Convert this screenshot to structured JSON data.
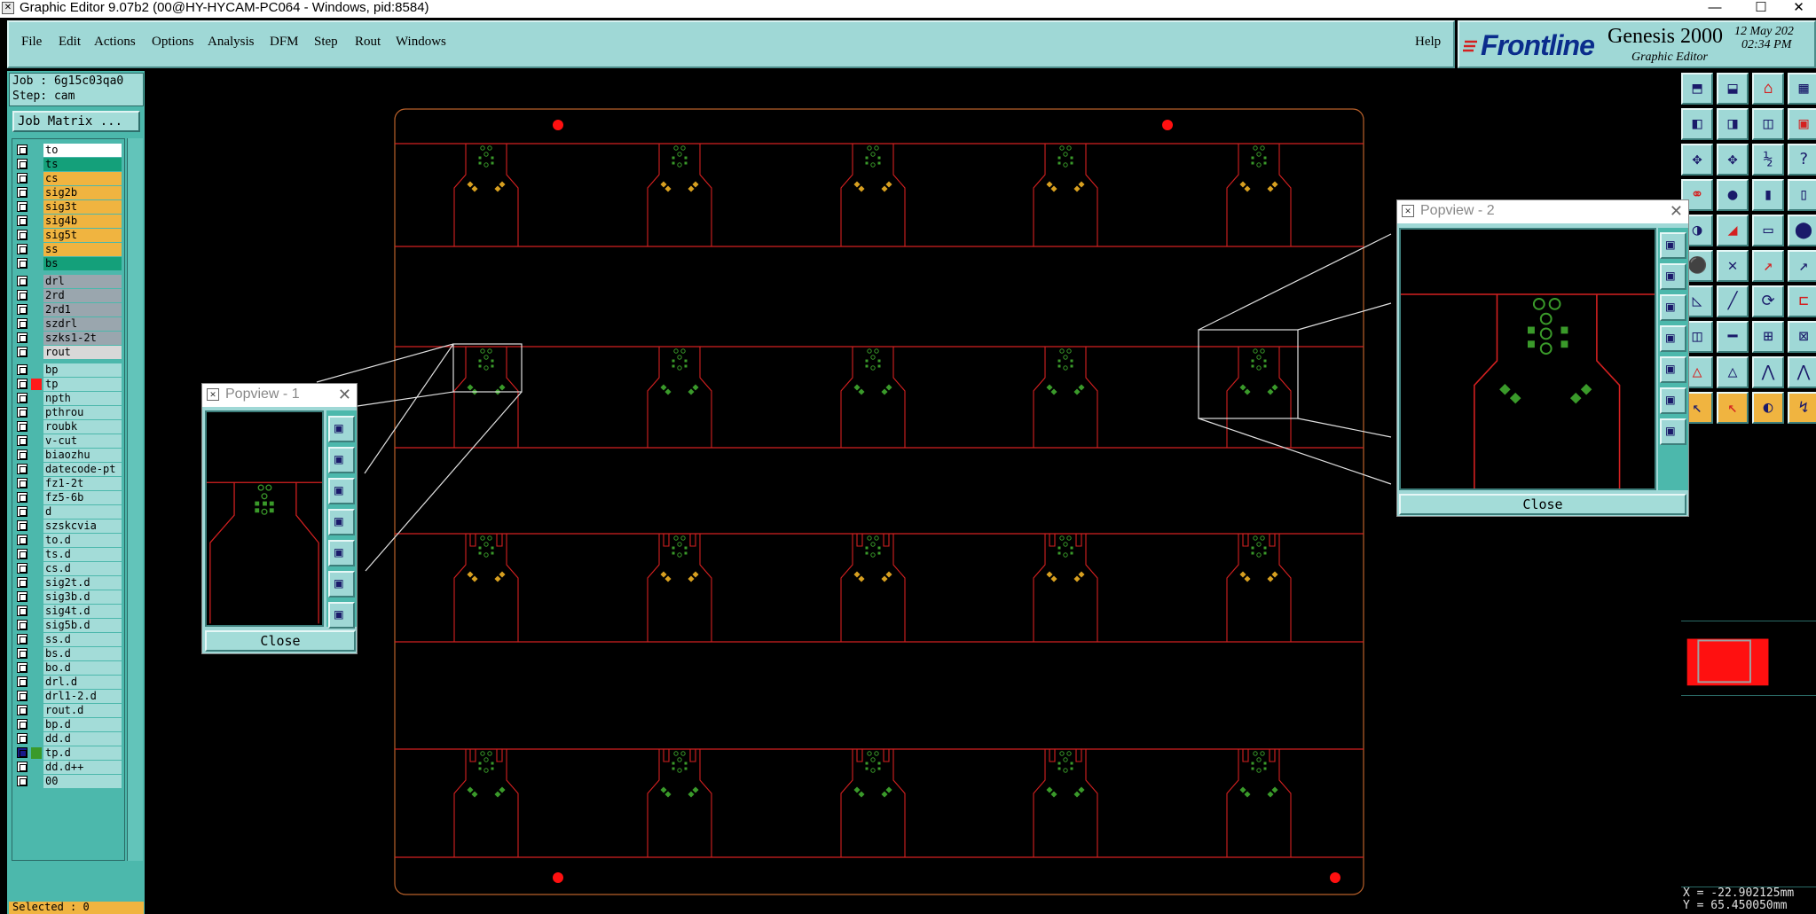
{
  "window": {
    "title": "Graphic Editor 9.07b2 (00@HY-HYCAM-PC064 - Windows, pid:8584)",
    "minimize": "—",
    "maximize": "☐",
    "close": "✕"
  },
  "menu": {
    "items": [
      "File",
      "Edit",
      "Actions",
      "Options",
      "Analysis",
      "DFM",
      "Step",
      "Rout",
      "Windows"
    ],
    "help": "Help"
  },
  "brand": {
    "logo": "Frontline",
    "product": "Genesis 2000",
    "subtitle": "Graphic Editor",
    "date": "12 May 202",
    "time": "02:34 PM"
  },
  "job": {
    "job_line": "Job : 6g15c03qa0",
    "step_line": "Step: cam",
    "matrix_button": "Job Matrix ..."
  },
  "layers": [
    {
      "name": "to",
      "color": "#ffffff"
    },
    {
      "name": "ts",
      "color": "#14a07a"
    },
    {
      "name": "cs",
      "color": "#f0b440"
    },
    {
      "name": "sig2b",
      "color": "#f0b440"
    },
    {
      "name": "sig3t",
      "color": "#f0b440"
    },
    {
      "name": "sig4b",
      "color": "#f0b440"
    },
    {
      "name": "sig5t",
      "color": "#f0b440"
    },
    {
      "name": "ss",
      "color": "#f0b440"
    },
    {
      "name": "bs",
      "color": "#14a07a"
    },
    {
      "name": "drl",
      "color": "#9aa6ae"
    },
    {
      "name": "2rd",
      "color": "#9aa6ae"
    },
    {
      "name": "2rd1",
      "color": "#9aa6ae"
    },
    {
      "name": "szdrl",
      "color": "#9aa6ae"
    },
    {
      "name": "szks1-2t",
      "color": "#9aa6ae"
    },
    {
      "name": "rout",
      "color": "#d8d8d8"
    },
    {
      "name": "bp",
      "color": "#a3dcd8"
    },
    {
      "name": "tp",
      "color": "#a3dcd8",
      "mark": "#ff1a1a"
    },
    {
      "name": "npth",
      "color": "#a3dcd8"
    },
    {
      "name": "pthrou",
      "color": "#a3dcd8"
    },
    {
      "name": "roubk",
      "color": "#a3dcd8"
    },
    {
      "name": "v-cut",
      "color": "#a3dcd8"
    },
    {
      "name": "biaozhu",
      "color": "#a3dcd8"
    },
    {
      "name": "datecode-pt",
      "color": "#a3dcd8"
    },
    {
      "name": "fz1-2t",
      "color": "#a3dcd8"
    },
    {
      "name": "fz5-6b",
      "color": "#a3dcd8"
    },
    {
      "name": "d",
      "color": "#a3dcd8"
    },
    {
      "name": "szskcvia",
      "color": "#a3dcd8"
    },
    {
      "name": "to.d",
      "color": "#a3dcd8"
    },
    {
      "name": "ts.d",
      "color": "#a3dcd8"
    },
    {
      "name": "cs.d",
      "color": "#a3dcd8"
    },
    {
      "name": "sig2t.d",
      "color": "#a3dcd8"
    },
    {
      "name": "sig3b.d",
      "color": "#a3dcd8"
    },
    {
      "name": "sig4t.d",
      "color": "#a3dcd8"
    },
    {
      "name": "sig5b.d",
      "color": "#a3dcd8"
    },
    {
      "name": "ss.d",
      "color": "#a3dcd8"
    },
    {
      "name": "bs.d",
      "color": "#a3dcd8"
    },
    {
      "name": "bo.d",
      "color": "#a3dcd8"
    },
    {
      "name": "drl.d",
      "color": "#a3dcd8"
    },
    {
      "name": "drl1-2.d",
      "color": "#a3dcd8"
    },
    {
      "name": "rout.d",
      "color": "#a3dcd8"
    },
    {
      "name": "bp.d",
      "color": "#a3dcd8"
    },
    {
      "name": "dd.d",
      "color": "#a3dcd8"
    },
    {
      "name": "tp.d",
      "color": "#a3dcd8",
      "mark": "#3a9a2a",
      "checked": true
    },
    {
      "name": "dd.d++",
      "color": "#a3dcd8"
    },
    {
      "name": "00",
      "color": "#a3dcd8"
    }
  ],
  "status": {
    "selected": "Selected : 0",
    "x": "X = -22.902125mm",
    "y": "Y = 65.450050mm"
  },
  "popview1": {
    "title": "Popview - 1",
    "close": "Close"
  },
  "popview2": {
    "title": "Popview - 2",
    "close": "Close"
  },
  "colors": {
    "board_outline": "#d42020",
    "pad_green": "#3a9a2a",
    "pad_orange": "#d8a020",
    "fiducial": "#ff1010",
    "teal": "#9fd8d6"
  }
}
